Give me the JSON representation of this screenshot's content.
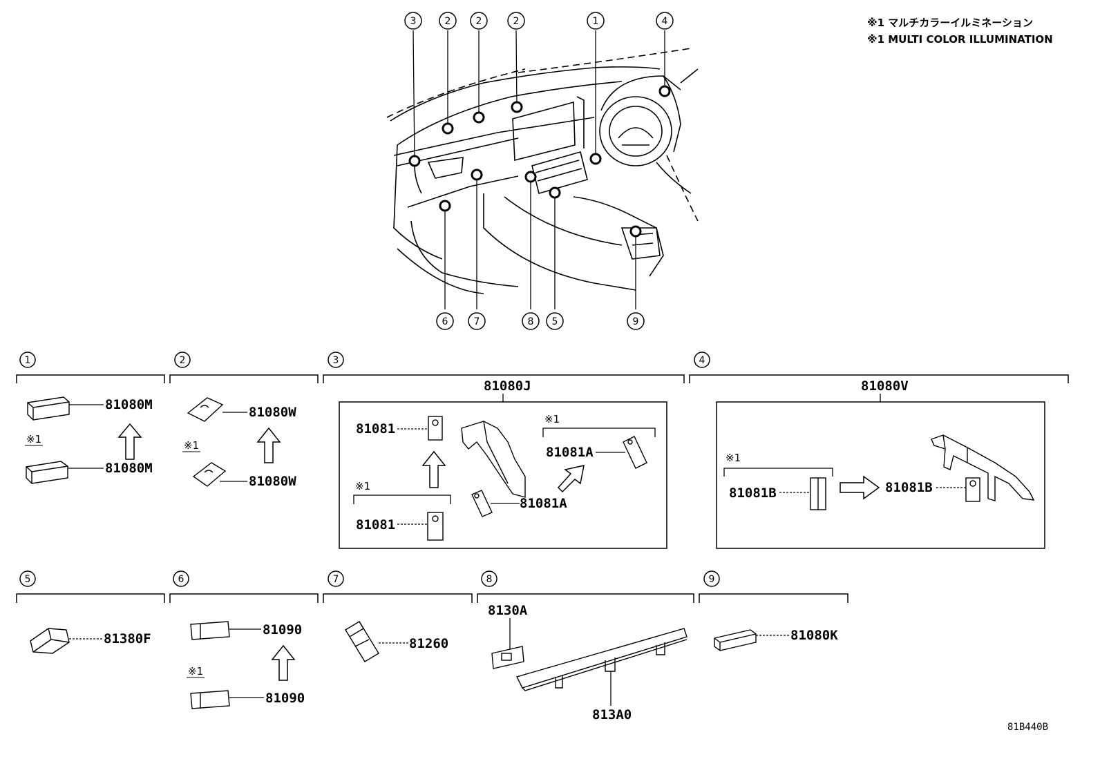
{
  "legend": {
    "line1": "※1 マルチカラーイルミネーション",
    "line2": "※1 MULTI COLOR ILLUMINATION"
  },
  "diagram_code": "81B440B",
  "mark": "※1",
  "callouts": {
    "c3": "3",
    "c2a": "2",
    "c2b": "2",
    "c2c": "2",
    "c1": "1",
    "c4": "4",
    "c6": "6",
    "c7": "7",
    "c8": "8",
    "c5": "5",
    "c9": "9"
  },
  "sections": [
    {
      "num": "1",
      "parts": [
        "81080M",
        "81080M"
      ]
    },
    {
      "num": "2",
      "parts": [
        "81080W",
        "81080W"
      ]
    },
    {
      "num": "3",
      "assembly": "81080J",
      "parts": [
        "81081",
        "81081A",
        "81081",
        "81081A"
      ]
    },
    {
      "num": "4",
      "assembly": "81080V",
      "parts": [
        "81081B",
        "81081B"
      ]
    },
    {
      "num": "5",
      "parts": [
        "81380F"
      ]
    },
    {
      "num": "6",
      "parts": [
        "81090",
        "81090"
      ]
    },
    {
      "num": "7",
      "parts": [
        "81260"
      ]
    },
    {
      "num": "8",
      "parts": [
        "8130A",
        "813A0"
      ]
    },
    {
      "num": "9",
      "parts": [
        "81080K"
      ]
    }
  ]
}
